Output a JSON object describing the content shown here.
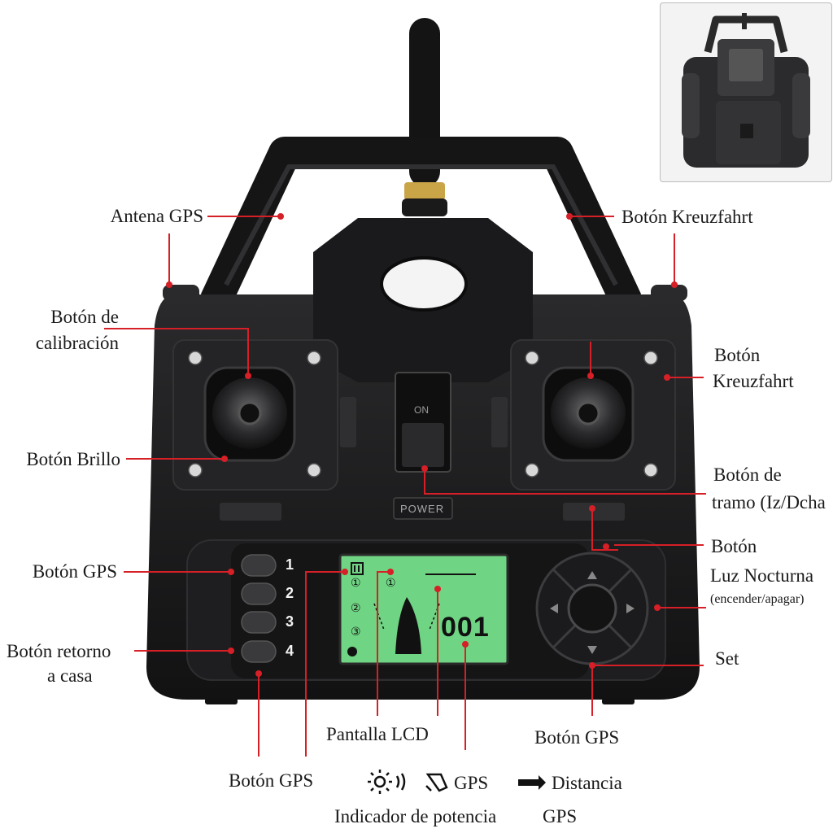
{
  "labels": {
    "antena_gps": "Antena GPS",
    "boton_kreuzfahrt_top": "Botón Kreuzfahrt",
    "boton_calibracion_1": "Botón de",
    "boton_calibracion_2": "calibración",
    "boton_kreuzfahrt_right_1": "Botón",
    "boton_kreuzfahrt_right_2": "Kreuzfahrt",
    "boton_brillo": "Botón Brillo",
    "boton_tramo_1": "Botón de",
    "boton_tramo_2": "tramo (Iz/Dcha",
    "boton_luz_1": "Botón",
    "boton_luz_2": "Luz Nocturna",
    "boton_luz_3": "(encender/apagar)",
    "boton_gps_left": "Botón GPS",
    "boton_retorno_1": "Botón retorno",
    "boton_retorno_2": "a casa",
    "set": "Set",
    "pantalla_lcd": "Pantalla LCD",
    "boton_gps_bottom_right": "Botón GPS",
    "boton_gps_bottom_left": "Botón GPS",
    "legend_gps": "GPS",
    "legend_distancia": "Distancia",
    "indicador_potencia": "Indicador de potencia",
    "indicador_gps": "GPS"
  },
  "controller": {
    "keys": [
      "1",
      "2",
      "3",
      "4"
    ],
    "switch_label": "ON",
    "power_label": "POWER",
    "lcd_value": "001",
    "lcd_slots": [
      "①",
      "②",
      "③"
    ],
    "lcd_gps_num": "①"
  },
  "colors": {
    "body": "#1c1c1e",
    "lcd": "#6fd483",
    "leader": "#d61f26",
    "antenna_ring": "#c9a548"
  },
  "icons": {
    "brightness": "brightness-icon",
    "gps": "gps-icon",
    "distance": "distance-icon"
  }
}
